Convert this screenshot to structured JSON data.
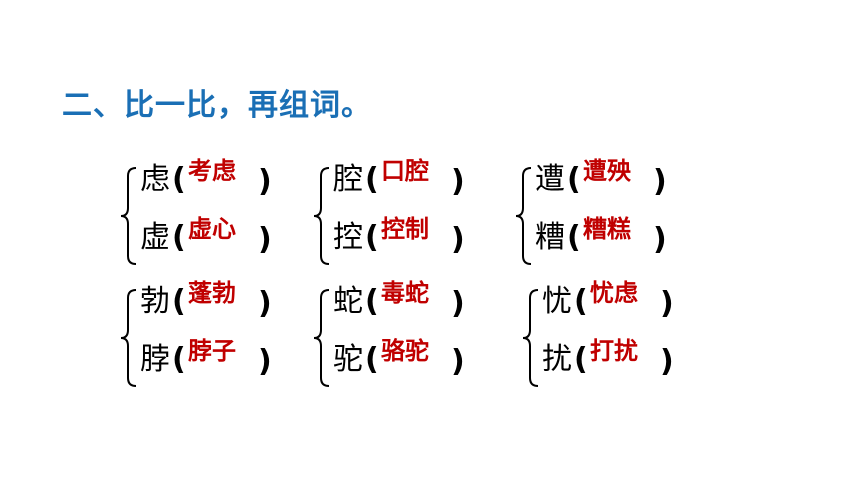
{
  "title": "二、比一比，再组词。",
  "groups": [
    {
      "c1": "虑",
      "w1": "考虑",
      "c2": "虚",
      "w2": "虚心"
    },
    {
      "c1": "腔",
      "w1": "口腔",
      "c2": "控",
      "w2": "控制"
    },
    {
      "c1": "遭",
      "w1": "遭殃",
      "c2": "糟",
      "w2": "糟糕"
    },
    {
      "c1": "勃",
      "w1": "蓬勃",
      "c2": "脖",
      "w2": "脖子"
    },
    {
      "c1": "蛇",
      "w1": "毒蛇",
      "c2": "驼",
      "w2": "骆驼"
    },
    {
      "c1": "忧",
      "w1": "忧虑",
      "c2": "扰",
      "w2": "打扰"
    }
  ],
  "paren_open": "(",
  "paren_close": ")",
  "colors": {
    "title": "#1a6fb5",
    "answer": "#c00000",
    "text": "#000000"
  }
}
